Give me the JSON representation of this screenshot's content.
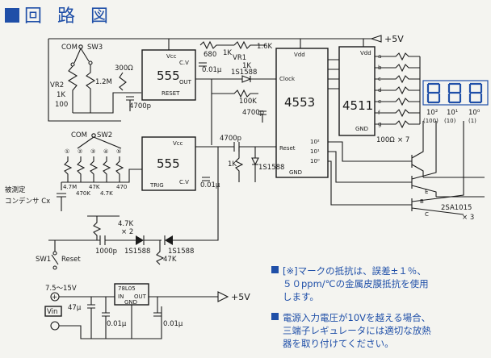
{
  "title": "回 路 図",
  "supply": "+5V",
  "ic_labels": {
    "timer_a": "555",
    "timer_b": "555",
    "counter": "4553",
    "decoder": "4511",
    "regulator": "78L05"
  },
  "switches": {
    "sw3": "SW3",
    "sw2": "SW2",
    "sw1": "SW1",
    "com": "COM",
    "reset": "Reset"
  },
  "component_labels": {
    "vr2": "VR2",
    "vr2_value": "1K",
    "r_100": "100",
    "r_12m": "1.2M",
    "r_300": "300Ω",
    "c_4700p_a": "4700p",
    "r_680": "680",
    "r_1k_a": "1K",
    "vr1": "VR1",
    "vr1_value": "1K",
    "r_16k": "1.6K",
    "c_001_a": "0.01μ",
    "d_1s1588_a": "1S1588",
    "r_100k": "100K",
    "c_4700p_b": "4700p",
    "r_100_x7": "100Ω",
    "x7": "× 7",
    "c_4700p_c": "4700p",
    "r_1k_b": "1K",
    "d_1s1588_b": "1S1588",
    "c_001_b": "0.01μ",
    "r_4_7k": "4.7K",
    "x2": "× 2",
    "r_47k": "47K",
    "c_1000p": "1000p",
    "d_1s1588_c": "1S1588",
    "d_1s1588_d": "1S1588",
    "transistor": "2SA1015",
    "x3": "× 3",
    "cap_under_test_a": "被測定",
    "cap_under_test_b": "コンデンサ Cx",
    "input_range": "7.5～15V",
    "vin": "Vin",
    "c_47u": "47μ",
    "c_001u_a": "0.01μ",
    "c_001u_b": "0.01μ",
    "reg_in": "IN",
    "reg_out": "OUT",
    "reg_gnd": "GND"
  },
  "range_resistors": [
    "4.7M",
    "470K",
    "47K",
    "4.7K",
    "470"
  ],
  "range_positions": [
    "①",
    "②",
    "③",
    "④",
    "⑤"
  ],
  "display_digits": [
    "10²",
    "10¹",
    "10⁰"
  ],
  "display_sub": [
    "(100)",
    "(10)",
    "(1)"
  ],
  "pin_labels_555": {
    "vcc": "Vcc",
    "cv": "C.V",
    "out": "OUT",
    "reset": "RESET",
    "trig": "TRIG"
  },
  "pin_labels_4553": {
    "vdd": "Vdd",
    "clock": "Clock",
    "reset": "Reset",
    "gnd": "GND",
    "q10_2": "10²",
    "q10_1": "10¹",
    "q10_0": "10⁰"
  },
  "pin_labels_4511": {
    "vdd": "Vdd",
    "gnd": "GND"
  },
  "segment_letters": [
    "a",
    "b",
    "c",
    "d",
    "e",
    "f",
    "g"
  ],
  "notes": [
    "[※]マークの抵抗は、誤差±１％、",
    "５０ppm/℃の金属皮膜抵抗を使用",
    "します。",
    "電源入力電圧が10Vを越える場合、",
    "三端子レギュレータには適切な放熱",
    "器を取り付けてください。"
  ]
}
